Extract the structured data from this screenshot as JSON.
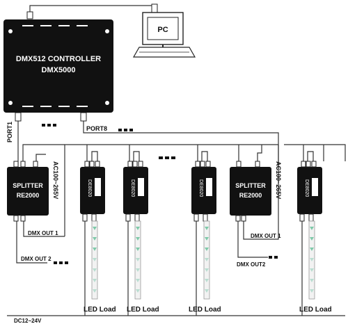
{
  "controller": {
    "line1": "DMX512 CONTROLLER",
    "line2": "DMX5000"
  },
  "pc": {
    "label": "PC"
  },
  "ports": {
    "port1": "PORT1",
    "port8": "PORT8"
  },
  "splitters": [
    {
      "line1": "SPLITTER",
      "line2": "RE2000",
      "power": "AC100~265V",
      "out1": "DMX OUT 1",
      "out2": "DMX OUT 2"
    },
    {
      "line1": "SPLITTER",
      "line2": "RE2000",
      "power": "AC100~265V",
      "out1": "DMX OUT 1",
      "out2": "DMX OUT2"
    }
  ],
  "decoder": {
    "label": "DE8020"
  },
  "led_load": {
    "label": "LED Load"
  },
  "power_supply": {
    "label": "DC12~24V"
  },
  "colors": {
    "box": "#111111",
    "line": "#333333",
    "bg": "#ffffff",
    "led": "#7fc9a9"
  }
}
